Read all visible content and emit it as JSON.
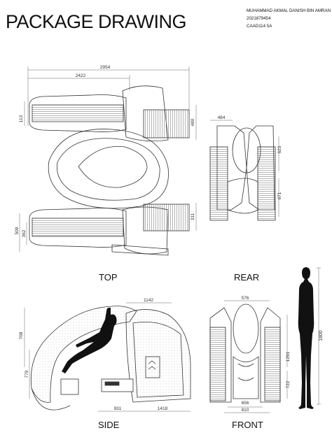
{
  "sheet": {
    "title": "PACKAGE DRAWING",
    "author": {
      "name": "MUHAMMAD AKMAL DANISH BIN AMRAN",
      "id": "2021879454",
      "class": "CAAD114 5A"
    }
  },
  "views": {
    "top": {
      "label": "TOP",
      "dims": {
        "overall_length": "2954",
        "upper_length": "2422",
        "track_gap": "113",
        "track_rear": "480",
        "track_lower_rear": "311",
        "track_lower_left_a": "509",
        "track_lower_left_b": "362"
      }
    },
    "rear": {
      "label": "REAR",
      "dims": {
        "width": "484",
        "upper": "623",
        "lower": "671"
      }
    },
    "side": {
      "label": "SIDE",
      "dims": {
        "top_length": "1142",
        "height": "708",
        "front_height": "779",
        "lower_length": "931",
        "rear_length": "1418"
      }
    },
    "front": {
      "label": "FRONT",
      "dims": {
        "top_width": "576",
        "right_upper": "1291",
        "right_lower": "722",
        "lower_width": "656",
        "base_width": "810"
      }
    },
    "human": {
      "height": "1800"
    }
  }
}
